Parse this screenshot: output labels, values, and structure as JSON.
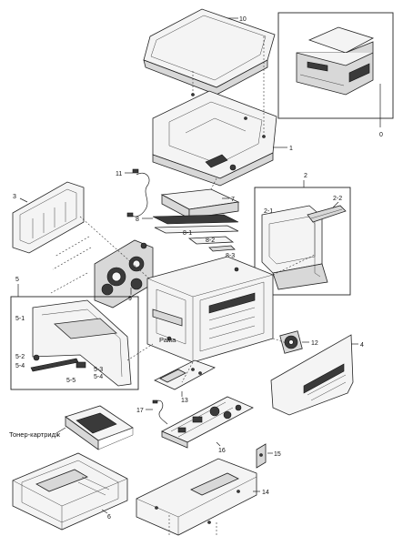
{
  "labels": {
    "p10": "10",
    "p0": "0",
    "p1": "1",
    "p11": "11",
    "p7": "7",
    "p2": "2",
    "p2_1": "2-1",
    "p2_2": "2-2",
    "p3": "3",
    "p8": "8",
    "p8_1": "8-1",
    "p8_2": "8-2",
    "p8_3": "8-3",
    "p9": "9",
    "p5": "5",
    "p5_1": "5-1",
    "p5_2": "5-2",
    "p5_3": "5-3",
    "p5_4a": "5-4",
    "p5_4b": "5-4",
    "p5_5": "5-5",
    "p12": "12",
    "p4": "4",
    "p13": "13",
    "p17": "17",
    "p16": "16",
    "p15": "15",
    "p14": "14",
    "p6": "6",
    "frame": "Рама",
    "toner": "Тонер-картридж"
  },
  "colors": {
    "line": "#222222",
    "part_fill": "#f4f4f4",
    "part_shade": "#d8d8d8",
    "dark": "#3a3a3a"
  }
}
